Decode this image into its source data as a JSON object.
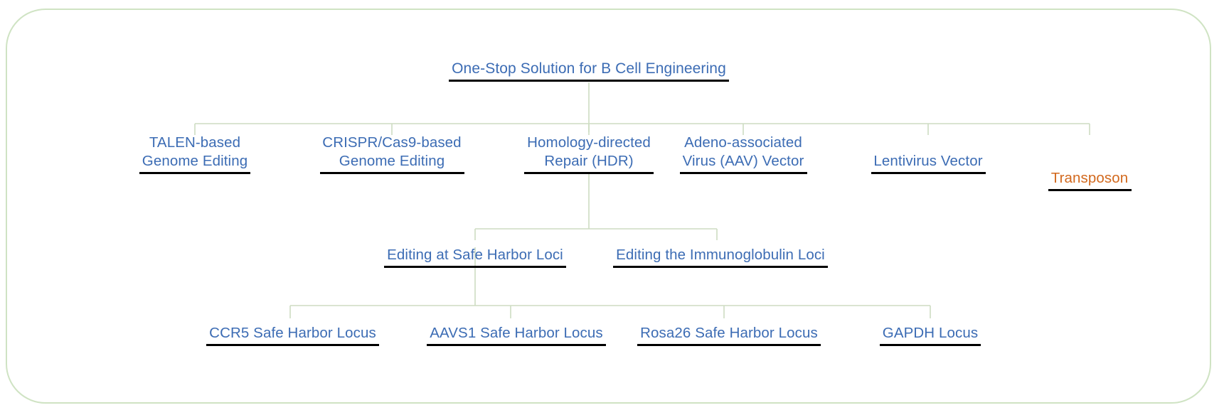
{
  "diagram": {
    "type": "tree",
    "frame_color": "#cfe3c3",
    "node_color": "#3c6cb4",
    "highlight_color": "#d2691e",
    "connector_color": "#cddcc2",
    "underline_color": "#000000",
    "root": {
      "label": "One-Stop Solution for B Cell Engineering"
    },
    "level2": [
      {
        "label_line1": "TALEN-based",
        "label_line2": "Genome Editing",
        "color": "blue"
      },
      {
        "label_line1": "CRISPR/Cas9-based",
        "label_line2": "Genome Editing",
        "color": "blue"
      },
      {
        "label_line1": "Homology-directed",
        "label_line2": "Repair (HDR)",
        "color": "blue"
      },
      {
        "label_line1": "Adeno-associated",
        "label_line2": "Virus (AAV) Vector",
        "color": "blue"
      },
      {
        "label_line1": "Lentivirus Vector",
        "label_line2": "",
        "color": "blue"
      },
      {
        "label_line1": "Transposon",
        "label_line2": "",
        "color": "orange"
      }
    ],
    "level3": [
      {
        "label": "Editing at Safe Harbor Loci"
      },
      {
        "label": "Editing the Immunoglobulin Loci"
      }
    ],
    "level4": [
      {
        "label": "CCR5 Safe Harbor Locus"
      },
      {
        "label": "AAVS1 Safe Harbor Locus"
      },
      {
        "label": "Rosa26 Safe Harbor Locus"
      },
      {
        "label": "GAPDH Locus"
      }
    ]
  }
}
